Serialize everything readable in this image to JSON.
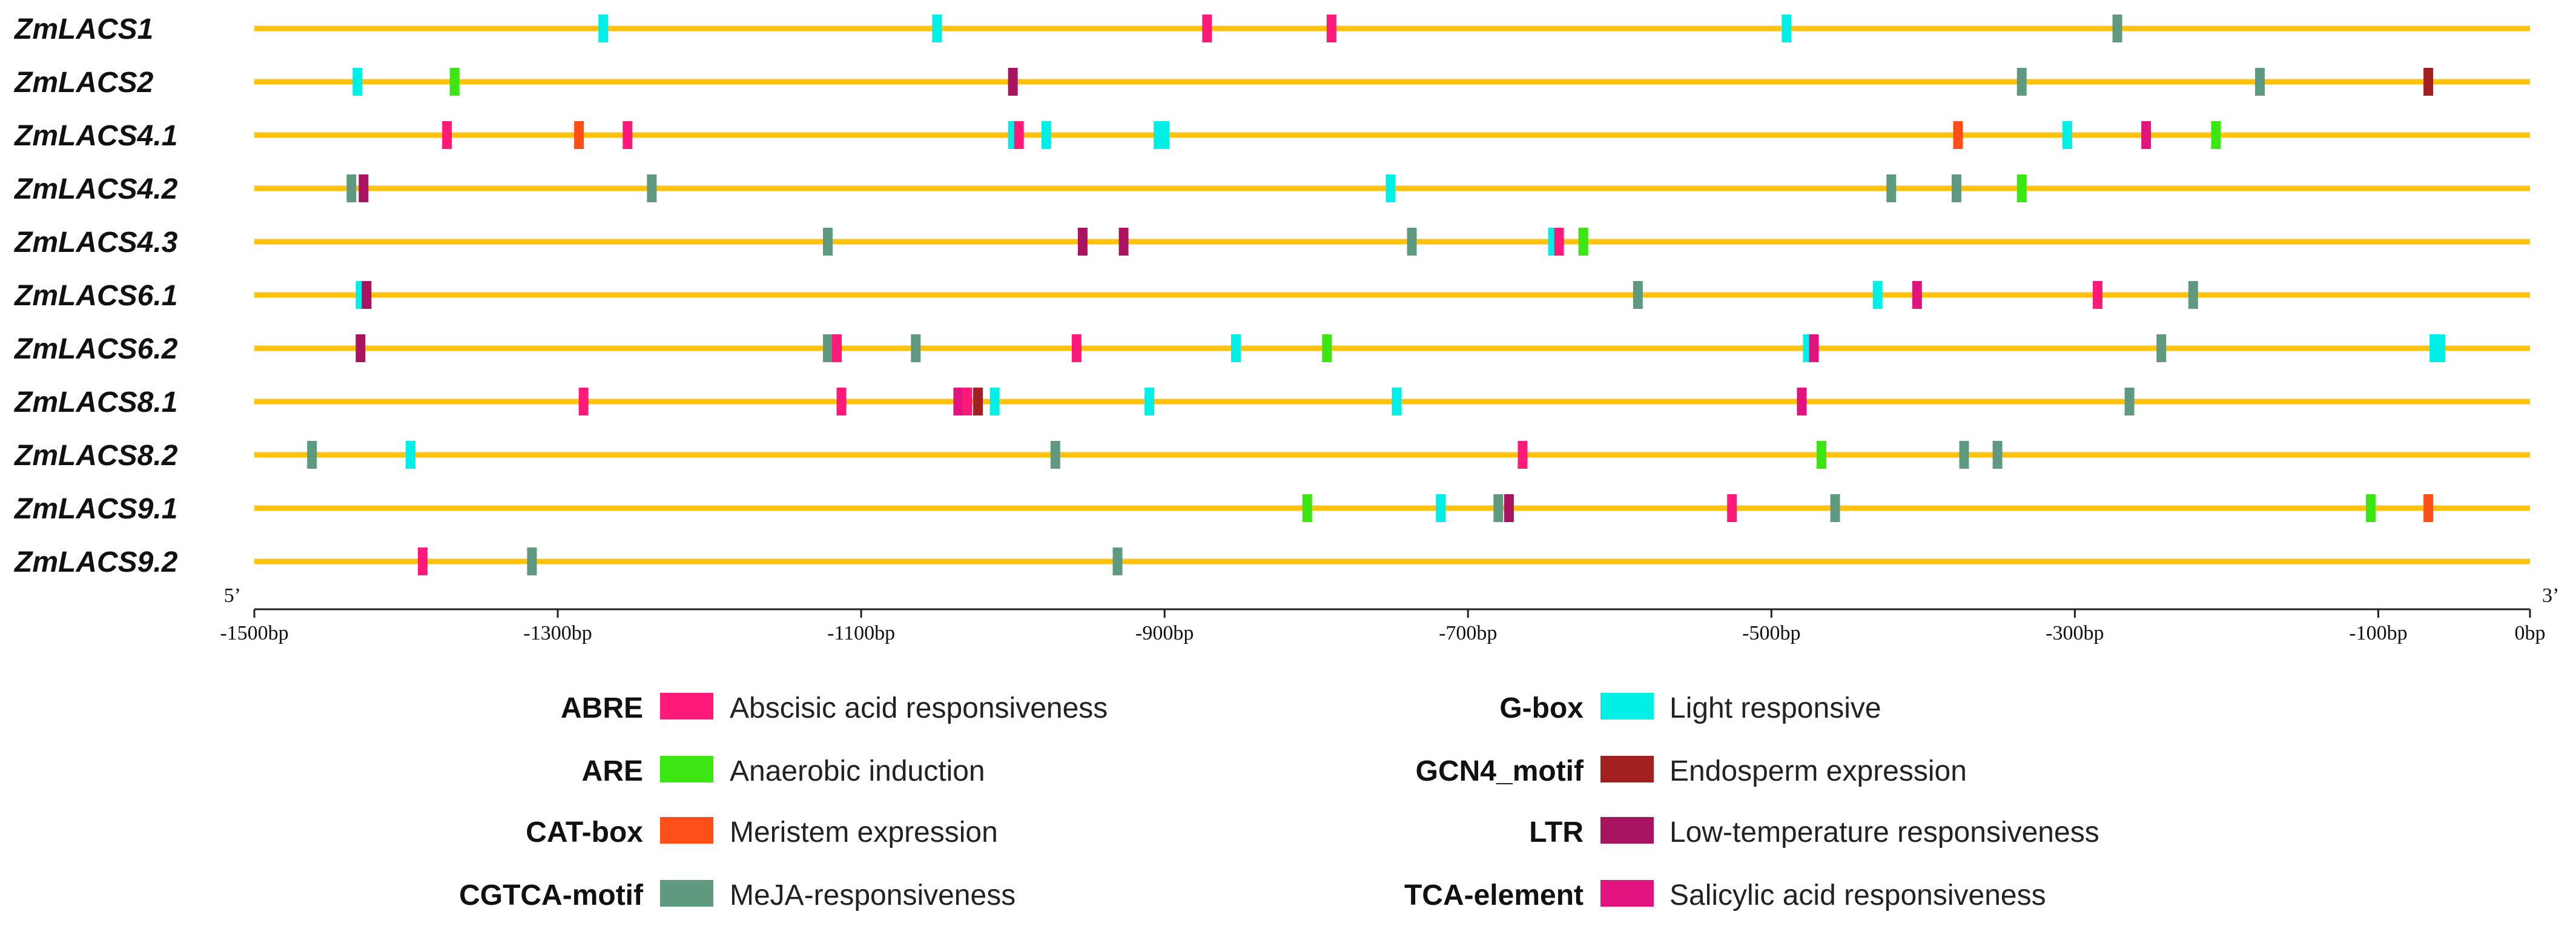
{
  "chart_data": {
    "type": "promoter-element-map",
    "axis": {
      "min": -1500,
      "max": 0,
      "ticks": [
        -1500,
        -1300,
        -1100,
        -900,
        -700,
        -500,
        -300,
        -100,
        0
      ],
      "tick_labels": [
        "-1500bp",
        "-1300bp",
        "-1100bp",
        "-900bp",
        "-700bp",
        "-500bp",
        "-300bp",
        "-100bp",
        "0bp"
      ],
      "start_label": "5’",
      "end_label": "3’"
    },
    "colors": {
      "line": "#FFC20E",
      "ABRE": "#FF1A7A",
      "ARE": "#3CE612",
      "CAT-box": "#FF4E17",
      "CGTCA-motif": "#5F9A80",
      "G-box": "#00F0E8",
      "GCN4_motif": "#A32020",
      "LTR": "#A8145F",
      "TCA-element": "#E0137F"
    },
    "legend": [
      {
        "name": "ABRE",
        "desc": "Abscisic acid responsiveness"
      },
      {
        "name": "G-box",
        "desc": "Light responsive"
      },
      {
        "name": "ARE",
        "desc": "Anaerobic induction"
      },
      {
        "name": "GCN4_motif",
        "desc": "Endosperm expression"
      },
      {
        "name": "CAT-box",
        "desc": "Meristem expression"
      },
      {
        "name": "LTR",
        "desc": "Low-temperature responsiveness"
      },
      {
        "name": "CGTCA-motif",
        "desc": "MeJA-responsiveness"
      },
      {
        "name": "TCA-element",
        "desc": "Salicylic acid responsiveness"
      }
    ],
    "genes": [
      {
        "name": "ZmLACS1",
        "elements": [
          {
            "pos": -1270,
            "type": "G-box"
          },
          {
            "pos": -1050,
            "type": "G-box"
          },
          {
            "pos": -872,
            "type": "ABRE"
          },
          {
            "pos": -790,
            "type": "ABRE"
          },
          {
            "pos": -490,
            "type": "G-box"
          },
          {
            "pos": -272,
            "type": "CGTCA-motif"
          }
        ]
      },
      {
        "name": "ZmLACS2",
        "elements": [
          {
            "pos": -1432,
            "type": "G-box"
          },
          {
            "pos": -1368,
            "type": "ARE"
          },
          {
            "pos": -1000,
            "type": "LTR"
          },
          {
            "pos": -335,
            "type": "CGTCA-motif"
          },
          {
            "pos": -178,
            "type": "CGTCA-motif"
          },
          {
            "pos": -67,
            "type": "GCN4_motif"
          }
        ]
      },
      {
        "name": "ZmLACS4.1",
        "elements": [
          {
            "pos": -1373,
            "type": "ABRE"
          },
          {
            "pos": -1286,
            "type": "CAT-box"
          },
          {
            "pos": -1254,
            "type": "ABRE"
          },
          {
            "pos": -1000,
            "type": "G-box"
          },
          {
            "pos": -996,
            "type": "ABRE"
          },
          {
            "pos": -978,
            "type": "G-box"
          },
          {
            "pos": -902,
            "type": "G-box"
          },
          {
            "pos": -377,
            "type": "CAT-box"
          },
          {
            "pos": -305,
            "type": "G-box"
          },
          {
            "pos": -253,
            "type": "TCA-element"
          },
          {
            "pos": -207,
            "type": "ARE"
          }
        ]
      },
      {
        "name": "ZmLACS4.2",
        "elements": [
          {
            "pos": -1436,
            "type": "CGTCA-motif"
          },
          {
            "pos": -1428,
            "type": "LTR"
          },
          {
            "pos": -1238,
            "type": "CGTCA-motif"
          },
          {
            "pos": -751,
            "type": "G-box"
          },
          {
            "pos": -421,
            "type": "CGTCA-motif"
          },
          {
            "pos": -378,
            "type": "CGTCA-motif"
          },
          {
            "pos": -335,
            "type": "ARE"
          }
        ]
      },
      {
        "name": "ZmLACS4.3",
        "elements": [
          {
            "pos": -1122,
            "type": "CGTCA-motif"
          },
          {
            "pos": -954,
            "type": "LTR"
          },
          {
            "pos": -927,
            "type": "LTR"
          },
          {
            "pos": -737,
            "type": "CGTCA-motif"
          },
          {
            "pos": -644,
            "type": "G-box"
          },
          {
            "pos": -640,
            "type": "ABRE"
          },
          {
            "pos": -624,
            "type": "ARE"
          }
        ]
      },
      {
        "name": "ZmLACS6.1",
        "elements": [
          {
            "pos": -1430,
            "type": "G-box"
          },
          {
            "pos": -1426,
            "type": "LTR"
          },
          {
            "pos": -588,
            "type": "CGTCA-motif"
          },
          {
            "pos": -430,
            "type": "G-box"
          },
          {
            "pos": -404,
            "type": "TCA-element"
          },
          {
            "pos": -285,
            "type": "ABRE"
          },
          {
            "pos": -222,
            "type": "CGTCA-motif"
          }
        ]
      },
      {
        "name": "ZmLACS6.2",
        "elements": [
          {
            "pos": -1430,
            "type": "LTR"
          },
          {
            "pos": -1122,
            "type": "CGTCA-motif"
          },
          {
            "pos": -1116,
            "type": "ABRE"
          },
          {
            "pos": -1064,
            "type": "CGTCA-motif"
          },
          {
            "pos": -958,
            "type": "ABRE"
          },
          {
            "pos": -853,
            "type": "G-box"
          },
          {
            "pos": -793,
            "type": "ARE"
          },
          {
            "pos": -476,
            "type": "G-box"
          },
          {
            "pos": -472,
            "type": "TCA-element"
          },
          {
            "pos": -243,
            "type": "CGTCA-motif"
          },
          {
            "pos": -61,
            "type": "G-box"
          }
        ]
      },
      {
        "name": "ZmLACS8.1",
        "elements": [
          {
            "pos": -1283,
            "type": "ABRE"
          },
          {
            "pos": -1113,
            "type": "ABRE"
          },
          {
            "pos": -1036,
            "type": "TCA-element"
          },
          {
            "pos": -1030,
            "type": "ABRE"
          },
          {
            "pos": -1023,
            "type": "GCN4_motif"
          },
          {
            "pos": -1012,
            "type": "G-box"
          },
          {
            "pos": -910,
            "type": "G-box"
          },
          {
            "pos": -747,
            "type": "G-box"
          },
          {
            "pos": -480,
            "type": "TCA-element"
          },
          {
            "pos": -264,
            "type": "CGTCA-motif"
          }
        ]
      },
      {
        "name": "ZmLACS8.2",
        "elements": [
          {
            "pos": -1462,
            "type": "CGTCA-motif"
          },
          {
            "pos": -1397,
            "type": "G-box"
          },
          {
            "pos": -972,
            "type": "CGTCA-motif"
          },
          {
            "pos": -664,
            "type": "ABRE"
          },
          {
            "pos": -467,
            "type": "ARE"
          },
          {
            "pos": -373,
            "type": "CGTCA-motif"
          },
          {
            "pos": -351,
            "type": "CGTCA-motif"
          }
        ]
      },
      {
        "name": "ZmLACS9.1",
        "elements": [
          {
            "pos": -806,
            "type": "ARE"
          },
          {
            "pos": -718,
            "type": "G-box"
          },
          {
            "pos": -680,
            "type": "CGTCA-motif"
          },
          {
            "pos": -673,
            "type": "LTR"
          },
          {
            "pos": -526,
            "type": "ABRE"
          },
          {
            "pos": -458,
            "type": "CGTCA-motif"
          },
          {
            "pos": -105,
            "type": "ARE"
          },
          {
            "pos": -67,
            "type": "CAT-box"
          }
        ]
      },
      {
        "name": "ZmLACS9.2",
        "elements": [
          {
            "pos": -1389,
            "type": "ABRE"
          },
          {
            "pos": -1317,
            "type": "CGTCA-motif"
          },
          {
            "pos": -931,
            "type": "CGTCA-motif"
          }
        ]
      }
    ]
  }
}
